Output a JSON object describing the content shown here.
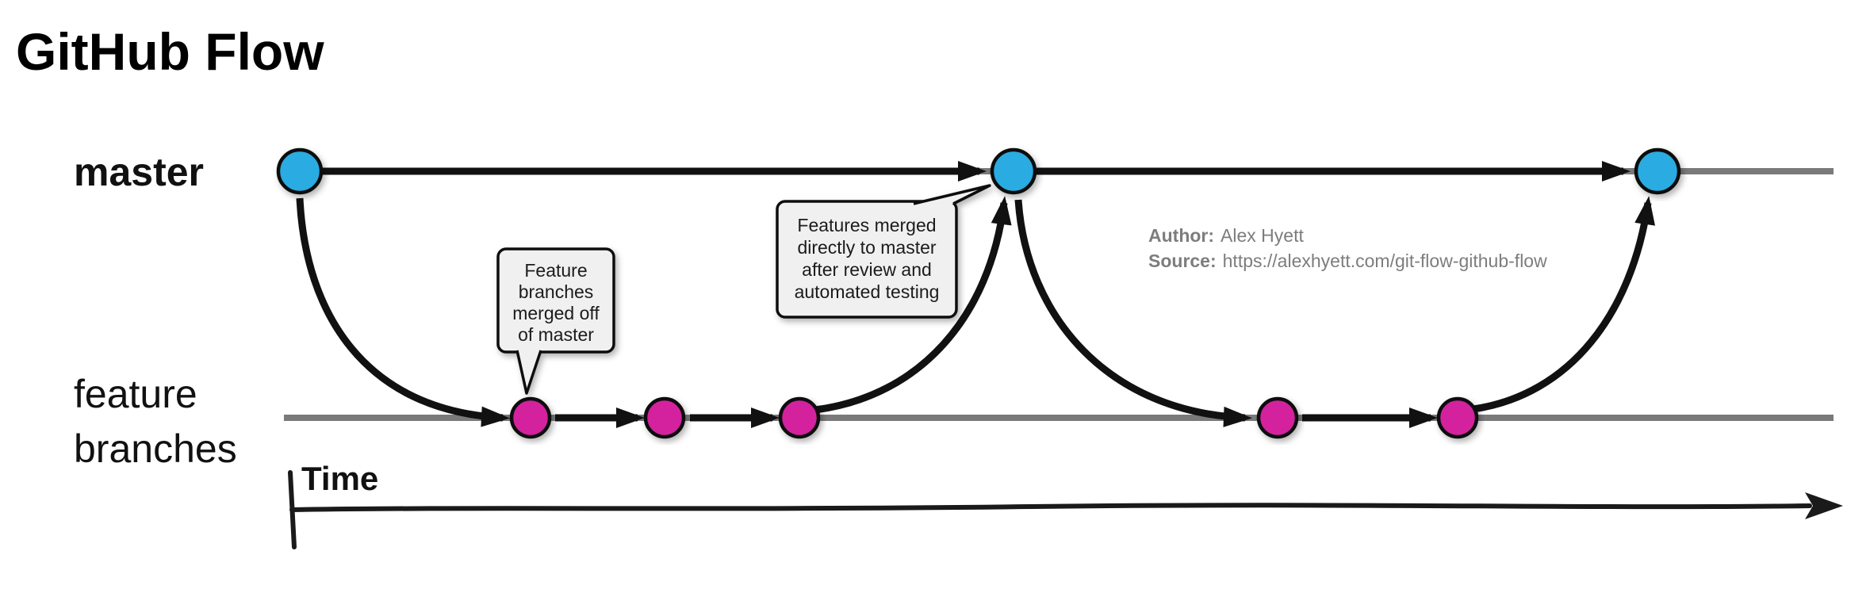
{
  "title": "GitHub Flow",
  "lanes": {
    "master": {
      "label": "master"
    },
    "feature": {
      "label_line1": "feature",
      "label_line2": "branches"
    }
  },
  "callouts": {
    "branch_off": {
      "lines": [
        "Feature",
        "branches",
        "merged off",
        "of master"
      ]
    },
    "merge_in": {
      "lines": [
        "Features merged",
        "directly to master",
        "after review and",
        "automated testing"
      ]
    }
  },
  "credits": {
    "author_label": "Author:",
    "author_value": "Alex Hyett",
    "source_label": "Source:",
    "source_value": "https://alexhyett.com/git-flow-github-flow"
  },
  "time_axis": {
    "label": "Time"
  },
  "colors": {
    "master_commit": "#29ABE2",
    "feature_commit": "#D4219E",
    "lane_line": "#7a7a7a",
    "callout_fill": "#f0f0f0"
  }
}
